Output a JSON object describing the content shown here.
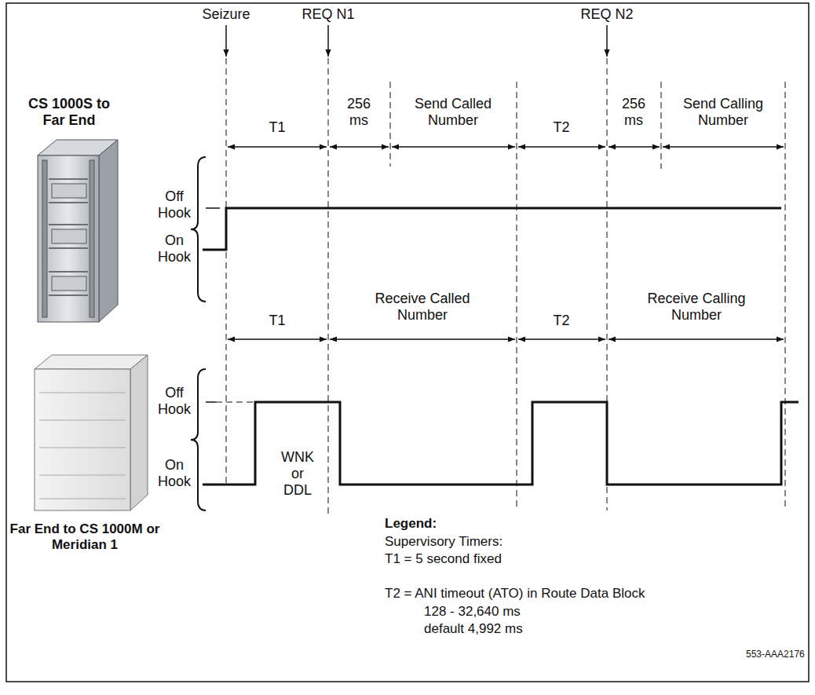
{
  "diagram": {
    "labels": [
      "Seizure",
      "REQ N1",
      "REQ N2",
      "CS 1000S to Far End",
      "T1",
      "256 ms",
      "Send Called Number",
      "T2",
      "256 ms",
      "Send Calling Number",
      "Off Hook",
      "On Hook",
      "T1",
      "Receive Called Number",
      "T2",
      "Receive Calling Number",
      "Off Hook",
      "On Hook",
      "WNK or DDL",
      "Far End to CS 1000M or Meridian 1",
      "Legend:",
      "Supervisory Timers:",
      "T1 = 5 second fixed",
      "T2 = ANI timeout (ATO) in Route Data Block",
      "128 - 32,640 ms",
      "default 4,992 ms",
      "553-AAA2176"
    ]
  }
}
